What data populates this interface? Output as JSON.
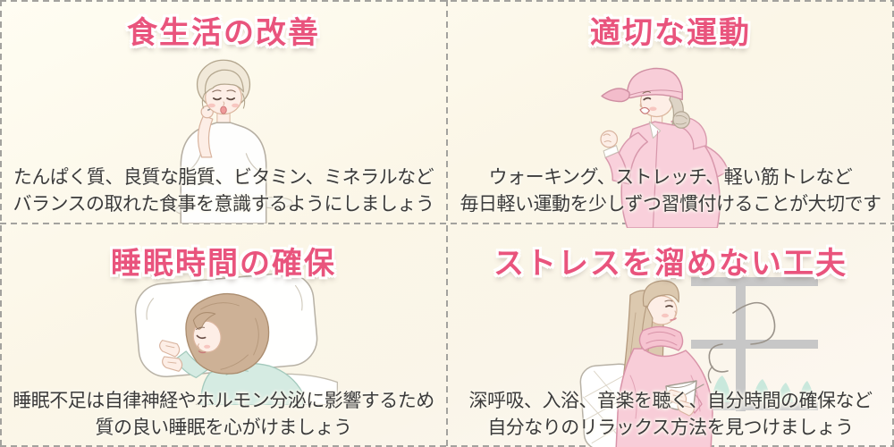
{
  "page": {
    "background_color": "#fbf6e7",
    "divider_color": "#a3a29e",
    "title_color": "#e9547d",
    "body_text_color": "#3b3b3b",
    "illustration_pink": "#f8cdd8",
    "illustration_teal": "#d5ebe2"
  },
  "sections": [
    {
      "id": "diet",
      "title": "食生活の改善",
      "line1": "たんぱく質、良質な脂質、ビタミン、ミネラルなど",
      "line2": "バランスの取れた食事を意識するようにしましょう",
      "illustration": "woman-eating"
    },
    {
      "id": "exercise",
      "title": "適切な運動",
      "line1": "ウォーキング、ストレッチ、軽い筋トレなど",
      "line2": "毎日軽い運動を少しずつ習慣付けることが大切です",
      "illustration": "woman-jogging"
    },
    {
      "id": "sleep",
      "title": "睡眠時間の確保",
      "line1": "睡眠不足は自律神経やホルモン分泌に影響するため",
      "line2": "質の良い睡眠を心がけましょう",
      "illustration": "woman-sleeping"
    },
    {
      "id": "stress",
      "title": "ストレスを溜めない工夫",
      "line1": "深呼吸、入浴、音楽を聴く、自分時間の確保など",
      "line2": "自分なりのリラックス方法を見つけましょう",
      "illustration": "woman-relaxing"
    }
  ]
}
